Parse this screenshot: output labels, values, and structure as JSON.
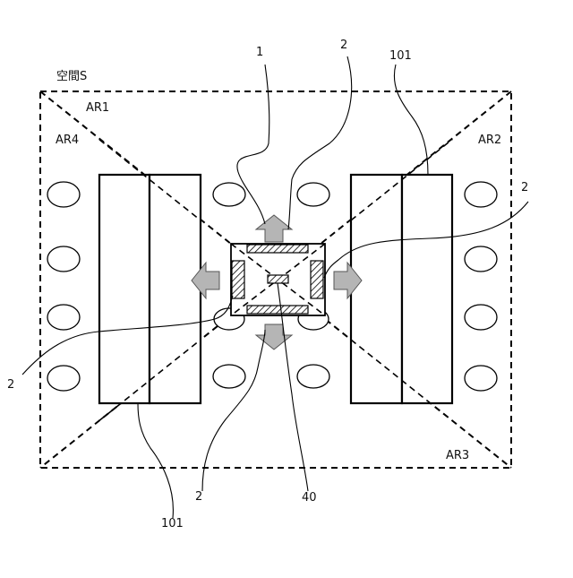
{
  "labels": {
    "space": "空間S",
    "ar1": "AR1",
    "ar2": "AR2",
    "ar3": "AR3",
    "ar4": "AR4",
    "ref_1": "1",
    "ref_2_top": "2",
    "ref_101_top": "101",
    "ref_2_right": "2",
    "ref_2_left": "2",
    "ref_2_bottom": "2",
    "ref_40": "40",
    "ref_101_bottom": "101"
  }
}
